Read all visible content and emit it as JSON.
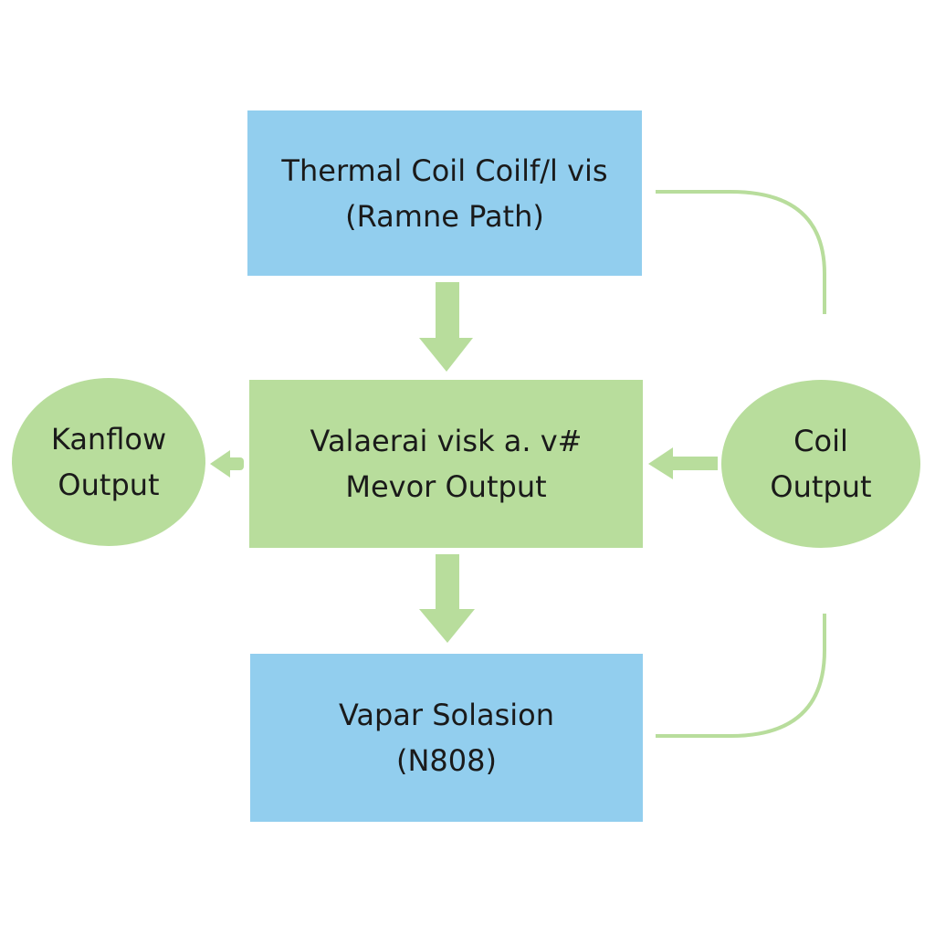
{
  "diagram": {
    "nodes": {
      "top": {
        "line1": "Thermal Coil Coilf/l vis",
        "line2": "(Ramne Path)"
      },
      "middle": {
        "line1": "Valaerai visk a. v#",
        "line2": "Mevor Output"
      },
      "bottom": {
        "line1": "Vapar Solasion",
        "line2": "(N808)"
      },
      "left": {
        "line1": "Kanflow",
        "line2": "Output"
      },
      "right": {
        "line1": "Coil",
        "line2": "Output"
      }
    },
    "colors": {
      "process_box": "#92ceee",
      "output_box": "#b8dd9c",
      "connector": "#b8dd9c"
    }
  }
}
